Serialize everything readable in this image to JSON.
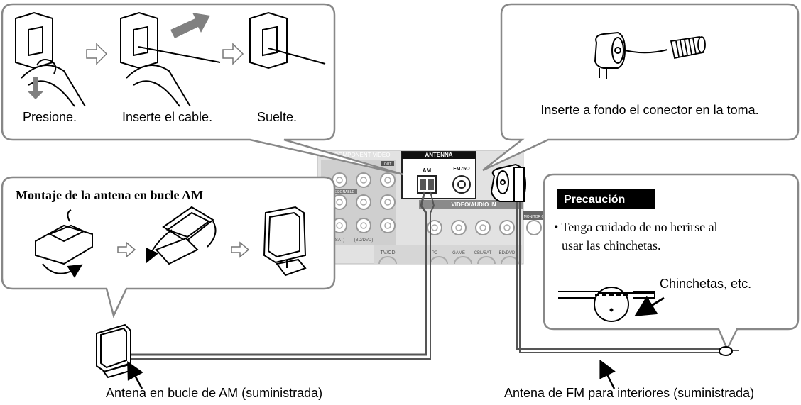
{
  "steps": {
    "press": "Presione.",
    "insert": "Inserte el cable.",
    "release": "Suelte."
  },
  "fm_connector_note": "Inserte a fondo el conector en la toma.",
  "am_assembly": {
    "title": "Montaje de la antena en bucle AM"
  },
  "caution": {
    "title": "Precaución",
    "bullet_line1": "• Tenga cuidado de no herirse al",
    "bullet_line2": "usar las chinchetas.",
    "pin_label": "Chinchetas, etc."
  },
  "callouts": {
    "am_antenna": "Antena en bucle de AM (suministrada)",
    "fm_antenna": "Antena de FM para interiores (suministrada)"
  },
  "panel": {
    "antenna_header": "ANTENNA",
    "am": "AM",
    "fm": "FM75Ω",
    "component_video": "COMPONENT VIDEO",
    "video_audio_in": "VIDEO/AUDIO IN",
    "monitor": "MONITOR O",
    "out": "OUT",
    "assignable": "ASSIGNABLE",
    "tv_cd": "TV/CD",
    "pc": "PC",
    "game": "GAME",
    "cbl_sat": "CBL/SAT",
    "bd_dvd": "BD/DVD",
    "l_sat": "L/SAT)",
    "bd_dvd_paren": "(BD/DVD)"
  },
  "colors": {
    "caution_badge": "#000000",
    "panel_gray": "#d9d9d9",
    "bubble_stroke": "#888888",
    "arrow_fill": "#808080"
  }
}
